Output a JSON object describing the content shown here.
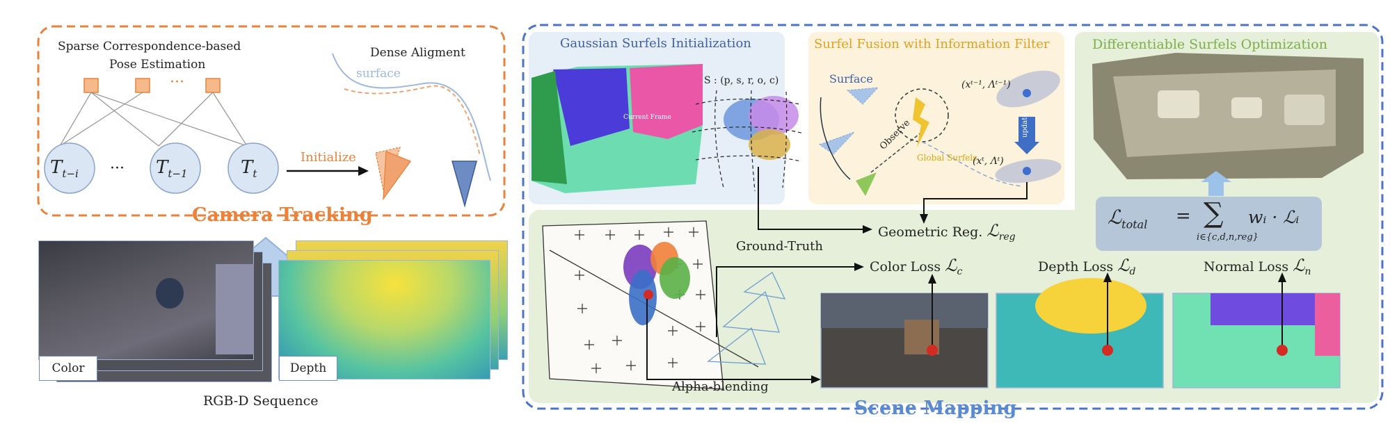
{
  "camera_tracking": {
    "title": "Camera Tracking",
    "sparse_label_line1": "Sparse Correspondence-based",
    "sparse_label_line2": "Pose Estimation",
    "dense_label": "Dense Aligment",
    "surface_label": "surface",
    "dots_top": "···",
    "dots_mid": "···",
    "node_ti": "T",
    "node_ti_sub": "t−i",
    "node_t1": "T",
    "node_t1_sub": "t−1",
    "node_t": "T",
    "node_t_sub": "t",
    "initialize_label": "Initialize"
  },
  "rgbd": {
    "color_label": "Color",
    "depth_label": "Depth",
    "sequence_label": "RGB-D Sequence"
  },
  "scene_mapping": {
    "title": "Scene Mapping",
    "gaussian_init_title": "Gaussian Surfels Initialization",
    "surfel_param": "S : (p, s, r, o, c)",
    "current_frame": "Current Frame",
    "fusion_title": "Surfel Fusion with Information Filter",
    "surface_label": "Surface",
    "observe_label": "Observe",
    "global_surfels_label": "Global Surfels",
    "prev_state": "(xᵗ⁻¹, Λᵗ⁻¹)",
    "curr_state": "(xᵗ, Λᵗ)",
    "update_label": "update",
    "opt_title": "Differentiable Surfels Optimization",
    "loss_total_lhs": "ℒ",
    "loss_total_sub": "total",
    "loss_total_eq": "=",
    "loss_total_sum": "∑",
    "loss_total_term": "wᵢ · ℒᵢ",
    "loss_total_index": "i∈{c,d,n,reg}",
    "geo_reg": "Geometric Reg.",
    "geo_reg_sym": "ℒ",
    "geo_reg_sub": "reg",
    "ground_truth": "Ground-Truth",
    "color_loss": "Color Loss",
    "color_loss_sym": "ℒ",
    "color_loss_sub": "c",
    "depth_loss": "Depth Loss",
    "depth_loss_sym": "ℒ",
    "depth_loss_sub": "d",
    "normal_loss": "Normal Loss",
    "normal_loss_sym": "ℒ",
    "normal_loss_sub": "n",
    "alpha_blending": "Alpha-blending"
  },
  "colors": {
    "orange": "#e9823a",
    "blue": "#4a74c4",
    "green_panel": "#e6efd9",
    "blue_panel": "#e6eef8",
    "yellow_panel": "#fdf3dc"
  }
}
